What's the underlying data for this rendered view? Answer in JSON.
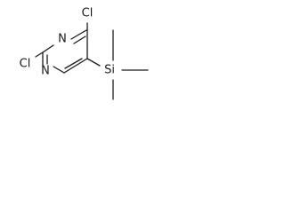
{
  "molecule": {
    "atoms": [
      {
        "id": "n3",
        "label": "N"
      },
      {
        "id": "n1",
        "label": "N"
      },
      {
        "id": "cl4",
        "label": "Cl"
      },
      {
        "id": "cl2",
        "label": "Cl"
      },
      {
        "id": "si",
        "label": "Si"
      }
    ],
    "bonds": [
      {
        "from": "n3",
        "to": "c4",
        "order": 2
      },
      {
        "from": "c4",
        "to": "c5",
        "order": 1
      },
      {
        "from": "c5",
        "to": "c6",
        "order": 2
      },
      {
        "from": "c6",
        "to": "n1",
        "order": 1
      },
      {
        "from": "n1",
        "to": "c2",
        "order": 2
      },
      {
        "from": "c2",
        "to": "n3",
        "order": 1
      },
      {
        "from": "c4",
        "to": "cl4",
        "order": 1
      },
      {
        "from": "c2",
        "to": "cl2",
        "order": 1
      },
      {
        "from": "c5",
        "to": "si",
        "order": 1
      },
      {
        "from": "si",
        "to": "me1",
        "order": 1
      },
      {
        "from": "si",
        "to": "me2",
        "order": 1
      },
      {
        "from": "si",
        "to": "me3",
        "order": 1
      }
    ]
  }
}
